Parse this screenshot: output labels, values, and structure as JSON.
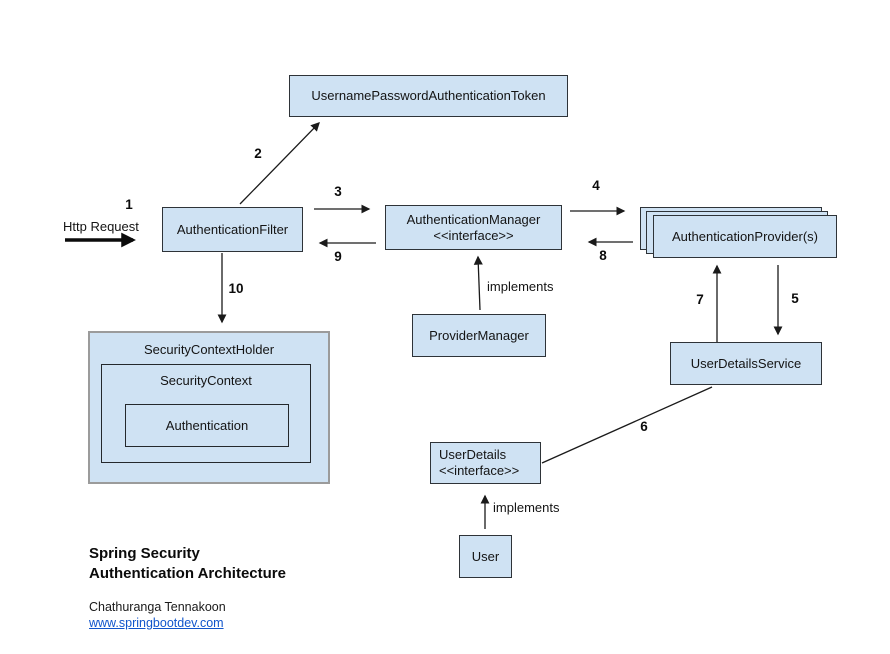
{
  "diagram": {
    "title_line1": "Spring Security",
    "title_line2": "Authentication Architecture",
    "author": "Chathuranga Tennakoon",
    "website": "www.springbootdev.com",
    "colors": {
      "node_fill": "#cfe2f3",
      "node_border": "#2e3338",
      "holder_border": "#9b9b9b",
      "arrow": "#1a1a1a",
      "link": "#1155cc"
    },
    "nodes": {
      "token": {
        "label": "UsernamePasswordAuthenticationToken"
      },
      "filter": {
        "label": "AuthenticationFilter"
      },
      "manager": {
        "label": "AuthenticationManager",
        "stereotype": "<<interface>>"
      },
      "providers": {
        "label": "AuthenticationProvider(s)"
      },
      "provider_manager": {
        "label": "ProviderManager"
      },
      "user_details_service": {
        "label": "UserDetailsService"
      },
      "security_context_holder": {
        "label": "SecurityContextHolder"
      },
      "security_context": {
        "label": "SecurityContext"
      },
      "authentication": {
        "label": "Authentication"
      },
      "user_details": {
        "label": "UserDetails",
        "stereotype": "<<interface>>"
      },
      "user": {
        "label": "User"
      }
    },
    "edge_labels": {
      "http_request": "Http Request",
      "n1": "1",
      "n2": "2",
      "n3": "3",
      "n4": "4",
      "n5": "5",
      "n6": "6",
      "n7": "7",
      "n8": "8",
      "n9": "9",
      "n10": "10",
      "implements_manager": "implements",
      "implements_user": "implements"
    }
  }
}
